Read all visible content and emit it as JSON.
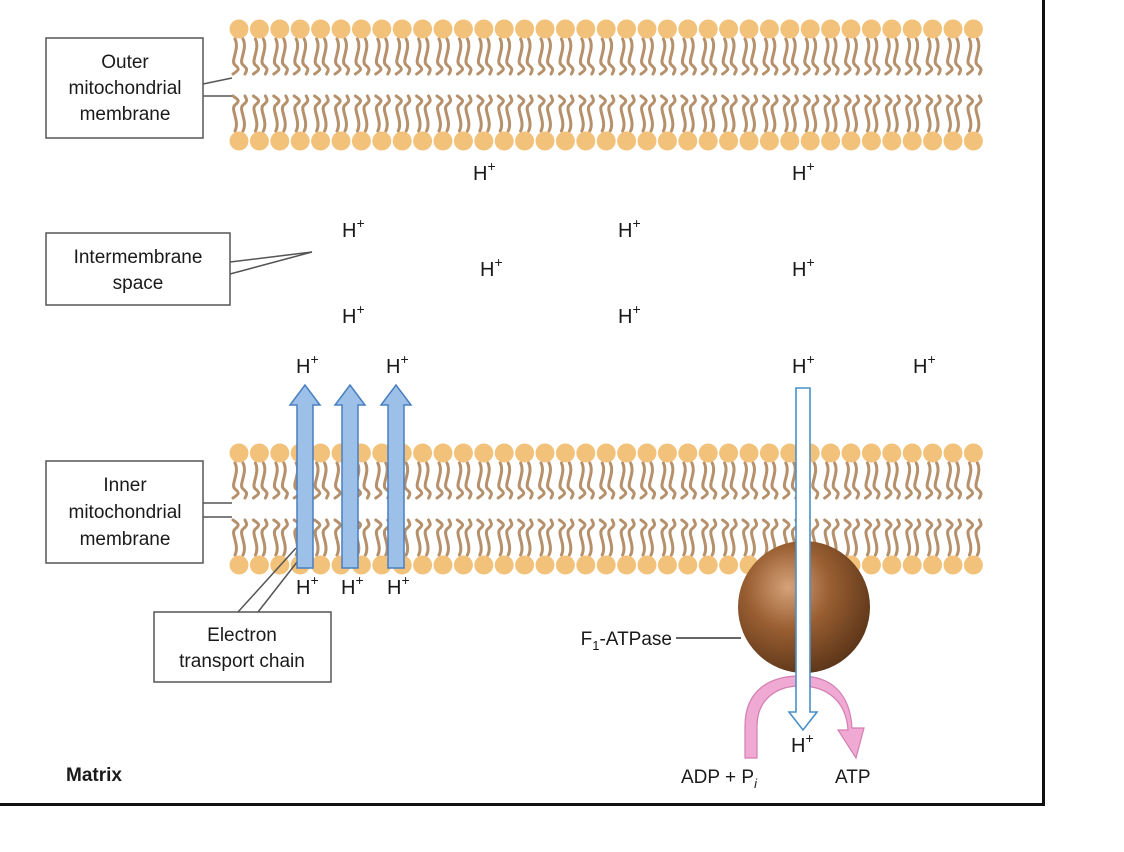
{
  "labels": {
    "outer_membrane": [
      "Outer",
      "mitochondrial",
      "membrane"
    ],
    "intermembrane_space": [
      "Intermembrane",
      "space"
    ],
    "inner_membrane": [
      "Inner",
      "mitochondrial",
      "membrane"
    ],
    "electron_transport_chain": [
      "Electron",
      "transport chain"
    ],
    "f1_atpase": {
      "prefix": "F",
      "subscript": "1",
      "suffix": "-ATPase"
    },
    "matrix": "Matrix",
    "adp_pi": {
      "text": "ADP + P",
      "subscript": "i"
    },
    "atp": "ATP"
  },
  "proton": {
    "base": "H",
    "charge": "+"
  },
  "colors": {
    "lipid_head": "#f3c27a",
    "lipid_tail": "#b5906a",
    "pump_arrow": "#9cc0e8",
    "pump_arrow_stroke": "#4a7fbf",
    "atpase_sphere": "#9a5f32",
    "reaction_arrow": "#f0a9d2",
    "reaction_arrow_stroke": "#d37fb2"
  },
  "icons": {
    "pump_arrows": "up-arrow-icon",
    "synthase_channel": "down-arrow-icon",
    "reaction": "curved-arrow-icon"
  }
}
